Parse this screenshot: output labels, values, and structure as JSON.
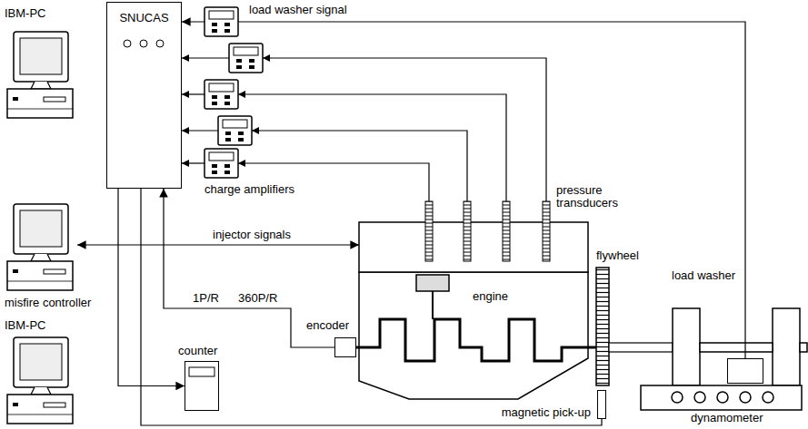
{
  "diagram": {
    "nodes": [
      {
        "text": [
          "IBM-PC"
        ]
      },
      {
        "text": [
          "SNUCAS"
        ]
      },
      {
        "text": [
          "misfire controller"
        ]
      },
      {
        "text": [
          "IBM-PC"
        ]
      },
      {
        "text": [
          "counter"
        ]
      },
      {
        "text": [
          "engine"
        ]
      },
      {
        "text": [
          "encoder"
        ]
      },
      {
        "text": [
          "flywheel"
        ]
      },
      {
        "text": [
          "dynamometer"
        ]
      },
      {
        "text": [
          "load washer"
        ],
        "in": 8
      },
      {
        "text": [
          "magnetic pick-up"
        ]
      }
    ],
    "edges": [
      {
        "from": 1,
        "to": 4,
        "arrow": "to"
      },
      {
        "from": 2,
        "to": 5,
        "label": "injector signals",
        "arrow": "both"
      },
      {
        "from": 6,
        "to": 1,
        "arrow": "to"
      },
      {
        "from": 9,
        "to": 1,
        "label": "load washer signal",
        "arrow": "to"
      },
      {
        "from": 10,
        "to": 1,
        "arrow": "none"
      }
    ],
    "labels": [
      "charge amplifiers",
      "pressure transducers",
      "1P/R",
      "360P/R"
    ]
  }
}
